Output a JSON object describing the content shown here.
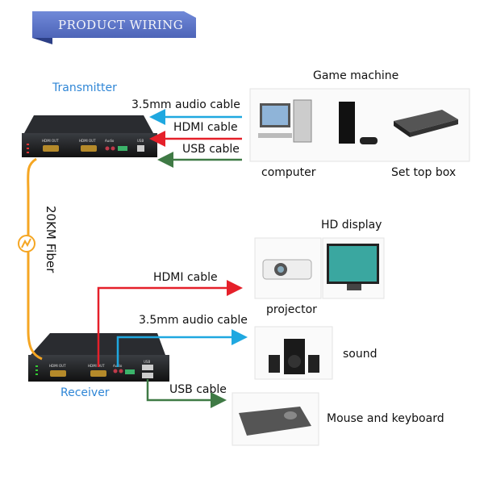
{
  "banner": {
    "title": "PRODUCT WIRING"
  },
  "transmitter": {
    "label": "Transmitter",
    "port_labels": [
      "HDMI OUT",
      "HDMI OUT",
      "Audio",
      "USB"
    ]
  },
  "receiver": {
    "label": "Receiver",
    "port_labels": [
      "HDMI OUT",
      "HDMI OUT",
      "Audio",
      "USB"
    ]
  },
  "fiber": {
    "label": "20KM Fiber",
    "color": "#f5a623"
  },
  "input_cables": [
    {
      "label": "3.5mm audio cable",
      "color": "#1fa8e0"
    },
    {
      "label": "HDMI cable",
      "color": "#e5202a"
    },
    {
      "label": "USB cable",
      "color": "#3f7a45"
    }
  ],
  "output_cables": [
    {
      "label": "HDMI cable",
      "color": "#e5202a"
    },
    {
      "label": "3.5mm audio cable",
      "color": "#1fa8e0"
    },
    {
      "label": "USB cable",
      "color": "#3f7a45"
    }
  ],
  "sources": {
    "group_label": "Game machine",
    "items": [
      {
        "label": "computer",
        "icon": "computer-icon"
      },
      {
        "label": "",
        "icon": "game-console-icon"
      },
      {
        "label": "Set top box",
        "icon": "set-top-box-icon"
      }
    ]
  },
  "outputs": {
    "display_group_label": "HD display",
    "projector_label": "projector",
    "sound_label": "sound",
    "keyboard_label": "Mouse and keyboard"
  },
  "colors": {
    "banner": "#5b73c9",
    "label_blue": "#2f86d6"
  }
}
